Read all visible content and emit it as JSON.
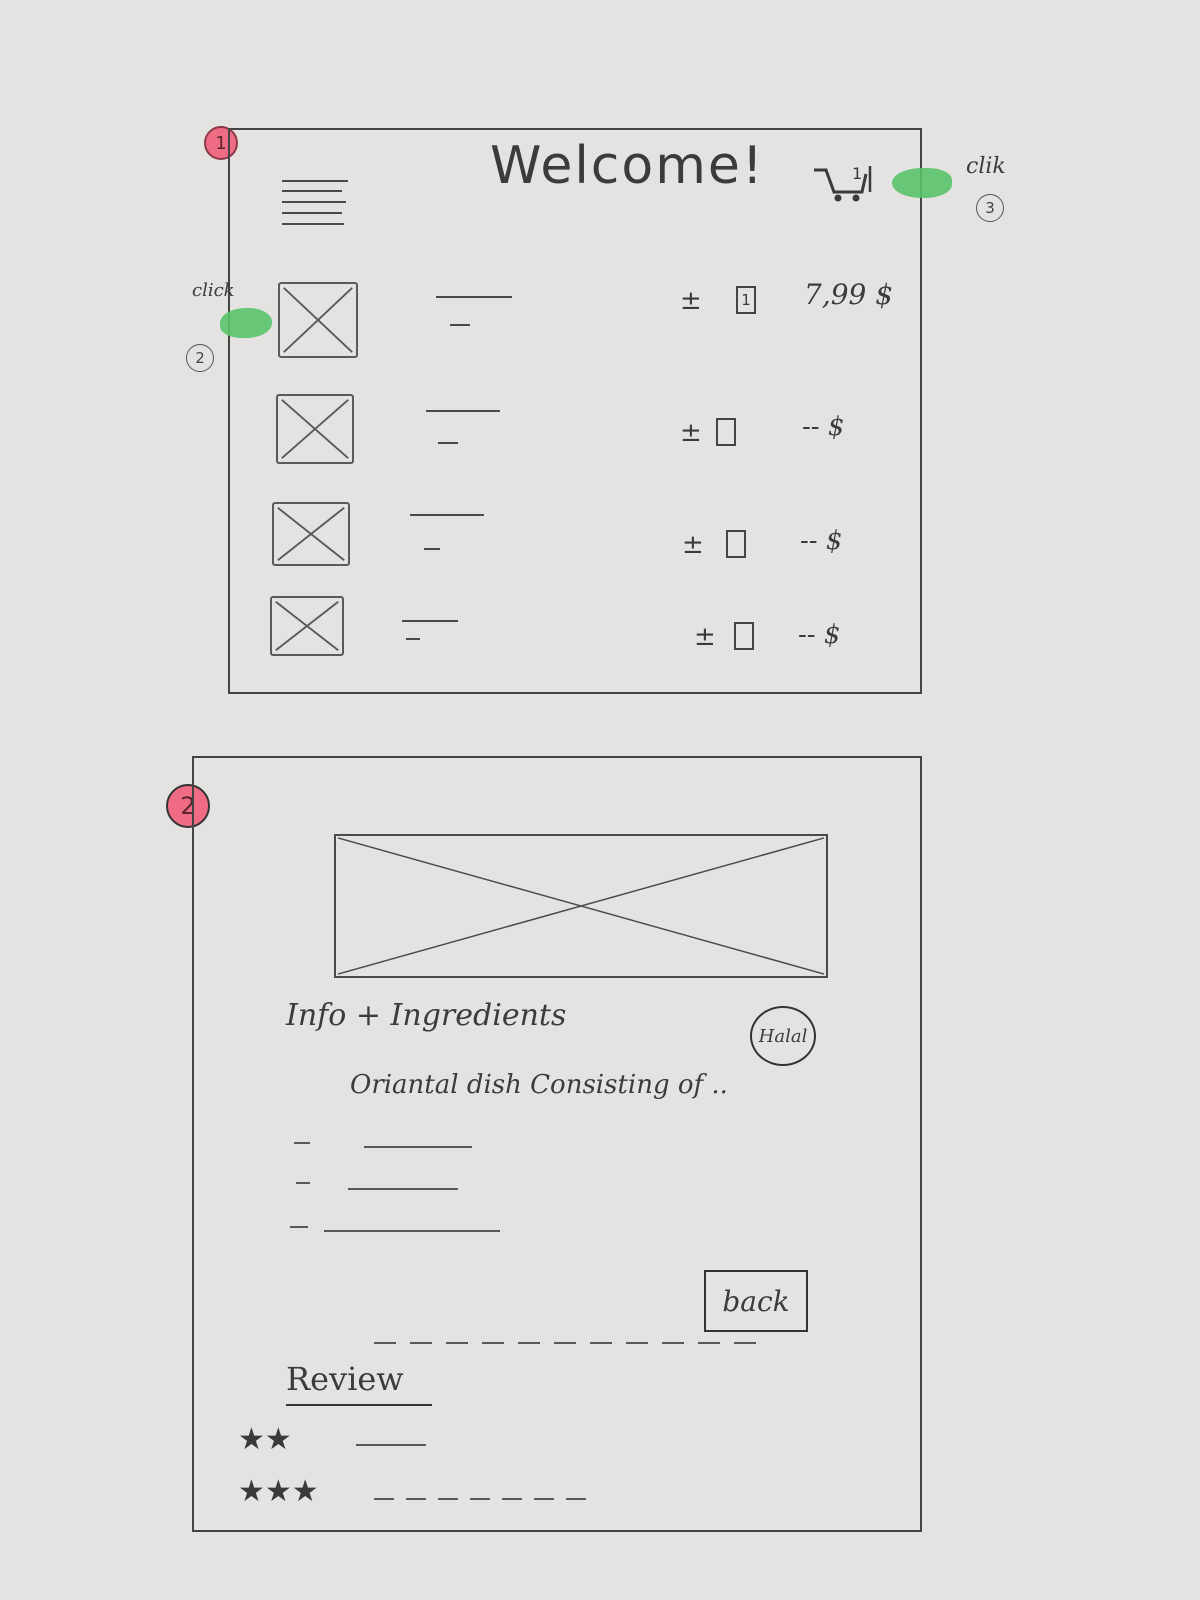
{
  "screen1": {
    "badge": "1",
    "title": "Welcome!",
    "cart_count": "1",
    "annotation_click_left": "click",
    "annotation_click_right": "clik",
    "step_left": "2",
    "step_right": "3",
    "items": [
      {
        "plusminus": "±",
        "qty": "1",
        "price": "7,99 $"
      },
      {
        "plusminus": "±",
        "qty": "",
        "price": "-- $"
      },
      {
        "plusminus": "±",
        "qty": "",
        "price": "-- $"
      },
      {
        "plusminus": "±",
        "qty": "",
        "price": "-- $"
      }
    ],
    "colors": {
      "highlight_green": "#59c36a",
      "badge_pink": "#f06b84"
    }
  },
  "screen2": {
    "badge": "2",
    "section_title": "Info + Ingredients",
    "halal_badge": "Halal",
    "description": "Oriantal dish Consisting of ..",
    "back_button": "back",
    "review_title": "Review",
    "reviews": [
      {
        "stars": "★★"
      },
      {
        "stars": "★★★"
      }
    ]
  }
}
